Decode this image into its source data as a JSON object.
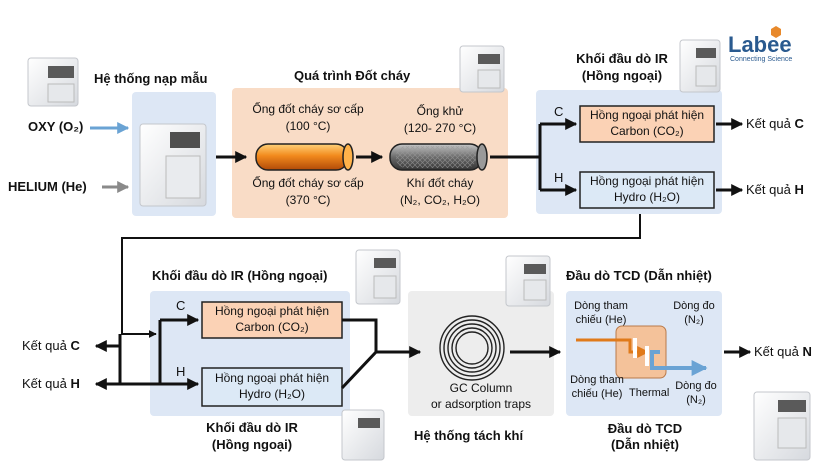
{
  "brand": {
    "name": "Labee",
    "tagline": "Connecting Science"
  },
  "inputs": {
    "oxy": "OXY (O₂)",
    "helium": "HELIUM (He)"
  },
  "sampling": {
    "title": "Hệ thống nạp mẫu"
  },
  "combustion": {
    "title": "Quá trình Đốt cháy",
    "primary_tube": {
      "name": "Ống đốt cháy sơ cấp",
      "temp": "(100 °C)"
    },
    "reduction_tube": {
      "name": "Ống khử",
      "temp": "(120- 270 °C)"
    },
    "primary_tube_2": {
      "name": "Ống đốt cháy sơ cấp",
      "temp": "(370 °C)"
    },
    "combustion_gas": {
      "name": "Khí đốt cháy",
      "formula": "(N₂, CO₂, H₂O)"
    }
  },
  "ir_top": {
    "title_line1": "Khối đầu dò IR",
    "title_line2": "(Hồng ngoại)",
    "c_letter": "C",
    "h_letter": "H",
    "carbon": {
      "line1": "Hồng ngoại phát hiện",
      "line2": "Carbon (CO₂)"
    },
    "hydro": {
      "line1": "Hồng ngoại phát hiện",
      "line2": "Hydro (H₂O)"
    }
  },
  "results": {
    "label": "Kết quả",
    "c": "C",
    "h": "H",
    "n": "N"
  },
  "ir_bottom": {
    "title_top": "Khối đầu dò IR (Hồng ngoại)",
    "title_bottom_line1": "Khối đầu dò IR",
    "title_bottom_line2": "(Hồng ngoại)",
    "c_letter": "C",
    "h_letter": "H",
    "carbon": {
      "line1": "Hồng ngoại phát hiện",
      "line2": "Carbon (CO₂)"
    },
    "hydro": {
      "line1": "Hồng ngoại phát hiện",
      "line2": "Hydro (H₂O)"
    }
  },
  "separation": {
    "column_line1": "GC Column",
    "column_line2": "or adsorption traps",
    "title": "Hệ thống tách khí"
  },
  "tcd": {
    "title_top": "Đầu dò TCD (Dẫn nhiệt)",
    "ref_in_line1": "Dòng tham",
    "ref_in_line2": "chiếu (He)",
    "meas_in_line1": "Dòng đo",
    "meas_in_line2": "(N₂)",
    "ref_out_line1": "Dòng tham",
    "ref_out_line2": "chiếu (He)",
    "thermal": "Thermal",
    "meas_out_line1": "Dòng đo",
    "meas_out_line2": "(N₂)",
    "title_bottom_line1": "Đầu dò TCD",
    "title_bottom_line2": "(Dẫn nhiệt)"
  },
  "colors": {
    "panel_blue": "#dde7f5",
    "panel_peach": "#f9dcc6",
    "panel_grey": "#ededed",
    "detector_fill": "#fbd2b5",
    "hydro_fill": "#dce9f6",
    "tube_orange": "#f28a1d",
    "oxy_arrow": "#6aa3d4",
    "brand_blue": "#2a5a8f",
    "brand_orange": "#e8892b"
  }
}
